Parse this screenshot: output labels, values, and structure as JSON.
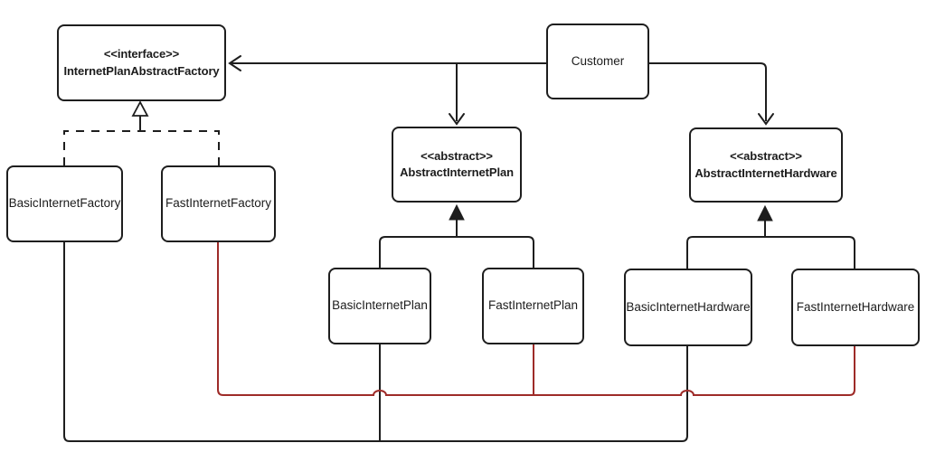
{
  "diagram": {
    "kind": "uml-class-diagram",
    "pattern": "Abstract Factory",
    "colors": {
      "line": "#1e1e1e",
      "accent": "#9e2b28",
      "background": "#ffffff"
    },
    "nodes": [
      {
        "id": "internet-plan-abstract-factory",
        "stereotype": "<<interface>>",
        "label": "InternetPlanAbstractFactory"
      },
      {
        "id": "customer",
        "label": "Customer"
      },
      {
        "id": "abstract-internet-plan",
        "stereotype": "<<abstract>>",
        "label": "AbstractInternetPlan"
      },
      {
        "id": "abstract-internet-hardware",
        "stereotype": "<<abstract>>",
        "label": "AbstractInternetHardware"
      },
      {
        "id": "basic-internet-factory",
        "label": "BasicInternetFactory"
      },
      {
        "id": "fast-internet-factory",
        "label": "FastInternetFactory"
      },
      {
        "id": "basic-internet-plan",
        "label": "BasicInternetPlan"
      },
      {
        "id": "fast-internet-plan",
        "label": "FastInternetPlan"
      },
      {
        "id": "basic-internet-hardware",
        "label": "BasicInternetHardware"
      },
      {
        "id": "fast-internet-hardware",
        "label": "FastInternetHardware"
      }
    ],
    "edges": [
      {
        "from": "Customer",
        "to": "InternetPlanAbstractFactory",
        "type": "directed-association",
        "style": "solid",
        "color": "line"
      },
      {
        "from": "Customer",
        "to": "AbstractInternetPlan",
        "type": "directed-association",
        "style": "solid",
        "color": "line"
      },
      {
        "from": "Customer",
        "to": "AbstractInternetHardware",
        "type": "directed-association",
        "style": "solid",
        "color": "line"
      },
      {
        "from": "BasicInternetFactory",
        "to": "InternetPlanAbstractFactory",
        "type": "realization",
        "style": "dashed",
        "color": "line"
      },
      {
        "from": "FastInternetFactory",
        "to": "InternetPlanAbstractFactory",
        "type": "realization",
        "style": "dashed",
        "color": "line"
      },
      {
        "from": "BasicInternetPlan",
        "to": "AbstractInternetPlan",
        "type": "generalization",
        "style": "solid",
        "color": "line"
      },
      {
        "from": "FastInternetPlan",
        "to": "AbstractInternetPlan",
        "type": "generalization",
        "style": "solid",
        "color": "line"
      },
      {
        "from": "BasicInternetHardware",
        "to": "AbstractInternetHardware",
        "type": "generalization",
        "style": "solid",
        "color": "line"
      },
      {
        "from": "FastInternetHardware",
        "to": "AbstractInternetHardware",
        "type": "generalization",
        "style": "solid",
        "color": "line"
      },
      {
        "from": "BasicInternetFactory",
        "to": "BasicInternetPlan",
        "type": "link",
        "style": "solid",
        "color": "line"
      },
      {
        "from": "BasicInternetFactory",
        "to": "BasicInternetHardware",
        "type": "link",
        "style": "solid",
        "color": "line"
      },
      {
        "from": "FastInternetFactory",
        "to": "FastInternetPlan",
        "type": "link",
        "style": "solid",
        "color": "accent"
      },
      {
        "from": "FastInternetFactory",
        "to": "FastInternetHardware",
        "type": "link",
        "style": "solid",
        "color": "accent"
      }
    ]
  }
}
